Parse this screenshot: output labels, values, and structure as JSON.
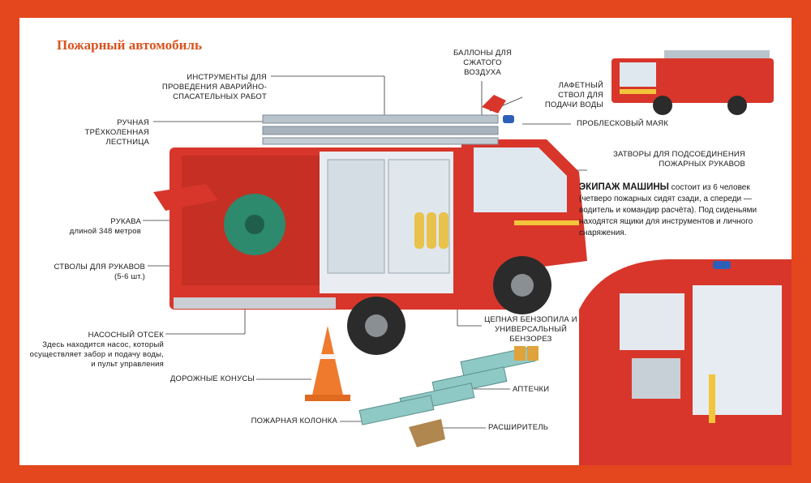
{
  "page": {
    "title": "Пожарный автомобиль"
  },
  "labels": {
    "tools": "ИНСТРУМЕНТЫ ДЛЯ ПРОВЕДЕНИЯ АВАРИЙНО-СПАСАТЕЛЬНЫХ РАБОТ",
    "ladder": "РУЧНАЯ ТРЁХКОЛЕННАЯ ЛЕСТНИЦА",
    "cylinders": "БАЛЛОНЫ ДЛЯ СЖАТОГО ВОЗДУХА",
    "monitor": "ЛАФЕТНЫЙ СТВОЛ ДЛЯ ПОДАЧИ ВОДЫ",
    "beacon": "ПРОБЛЕСКОВЫЙ МАЯК",
    "valves": "ЗАТВОРЫ ДЛЯ ПОДСОЕДИНЕНИЯ ПОЖАРНЫХ РУКАВОВ",
    "hoses_title": "РУКАВА",
    "hoses_sub": "длиной 348 метров",
    "nozzles_title": "СТВОЛЫ ДЛЯ РУКАВОВ",
    "nozzles_sub": "(5-6 шт.)",
    "pump_title": "НАСОСНЫЙ ОТСЕК",
    "pump_sub": "Здесь находится насос, который осуществляет забор и подачу воды, и пульт управления",
    "cones": "ДОРОЖНЫЕ КОНУСЫ",
    "saw": "ЦЕПНАЯ БЕНЗОПИЛА И УНИВЕРСАЛЬНЫЙ БЕНЗОРЕЗ",
    "firstaid": "АПТЕЧКИ",
    "column": "ПОЖАРНАЯ КОЛОНКА",
    "spreader": "РАСШИРИТЕЛЬ"
  },
  "crew": {
    "heading": "ЭКИПАЖ МАШИНЫ",
    "text": " состоит из 6 человек (четверо пожарных сидят сзади, а спереди — водитель и командир расчёта). Под сиденьями находятся ящики для инструментов и личного снаряжения."
  },
  "colors": {
    "frame": "#e4471d",
    "title": "#d9531e",
    "truck_red": "#d8362b",
    "metal": "#b9c3cc"
  }
}
